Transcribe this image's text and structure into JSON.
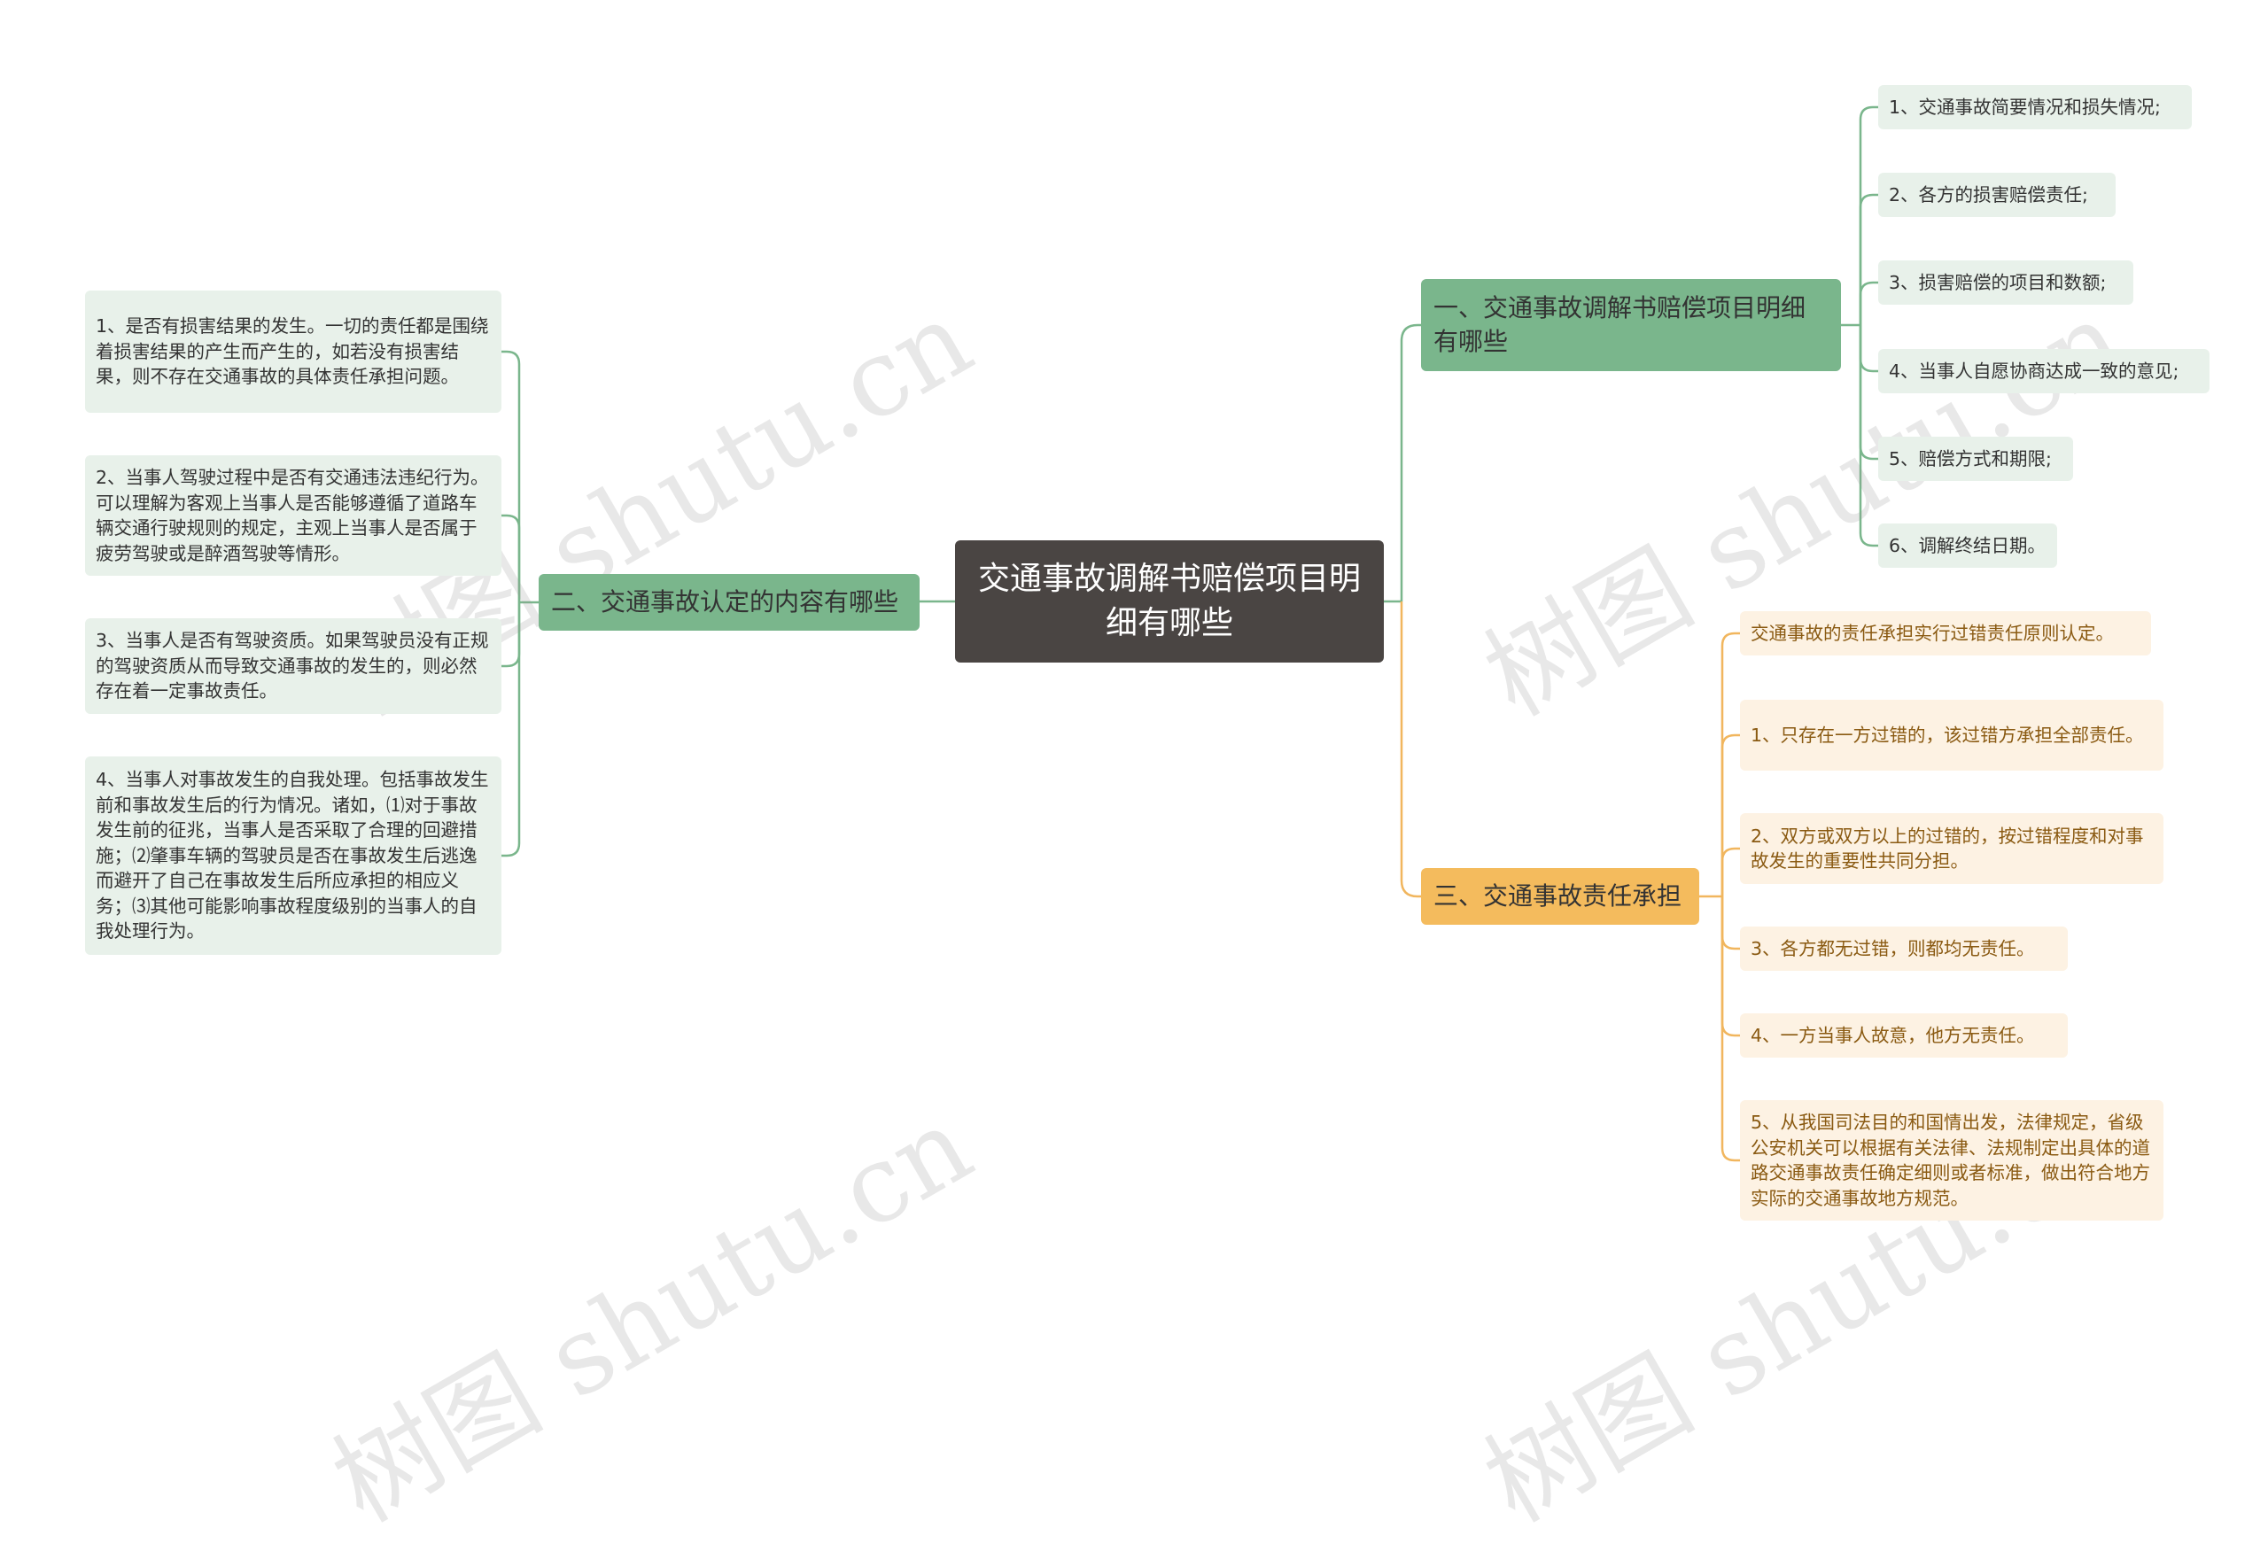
{
  "colors": {
    "root_bg": "#4a4543",
    "green_branch": "#7ab68c",
    "green_leaf": "#e8f1ea",
    "orange_branch": "#f4bb5d",
    "orange_leaf": "#fdf2e3",
    "green_line": "#7ab68c",
    "orange_line": "#f1b65e"
  },
  "root": {
    "text": "交通事故调解书赔偿项目明细有哪些"
  },
  "branches": {
    "b1": {
      "text": "一、交通事故调解书赔偿项目明细有哪些",
      "items": [
        "1、交通事故简要情况和损失情况;",
        "2、各方的损害赔偿责任;",
        "3、损害赔偿的项目和数额;",
        "4、当事人自愿协商达成一致的意见;",
        "5、赔偿方式和期限;",
        "6、调解终结日期。"
      ]
    },
    "b2": {
      "text": "二、交通事故认定的内容有哪些",
      "items": [
        "1、是否有损害结果的发生。一切的责任都是围绕着损害结果的产生而产生的，如若没有损害结果，则不存在交通事故的具体责任承担问题。",
        "2、当事人驾驶过程中是否有交通违法违纪行为。可以理解为客观上当事人是否能够遵循了道路车辆交通行驶规则的规定，主观上当事人是否属于疲劳驾驶或是醉酒驾驶等情形。",
        "3、当事人是否有驾驶资质。如果驾驶员没有正规的驾驶资质从而导致交通事故的发生的，则必然存在着一定事故责任。",
        "4、当事人对事故发生的自我处理。包括事故发生前和事故发生后的行为情况。诸如，⑴对于事故发生前的征兆，当事人是否采取了合理的回避措施；⑵肇事车辆的驾驶员是否在事故发生后逃逸而避开了自己在事故发生后所应承担的相应义务；⑶其他可能影响事故程度级别的当事人的自我处理行为。"
      ]
    },
    "b3": {
      "text": "三、交通事故责任承担",
      "items": [
        "交通事故的责任承担实行过错责任原则认定。",
        "1、只存在一方过错的，该过错方承担全部责任。",
        "2、双方或双方以上的过错的，按过错程度和对事故发生的重要性共同分担。",
        "3、各方都无过错，则都均无责任。",
        "4、一方当事人故意，他方无责任。",
        "5、从我国司法目的和国情出发，法律规定，省级公安机关可以根据有关法律、法规制定出具体的道路交通事故责任确定细则或者标准，做出符合地方实际的交通事故地方规范。"
      ]
    }
  },
  "watermark": "树图 shutu.cn"
}
